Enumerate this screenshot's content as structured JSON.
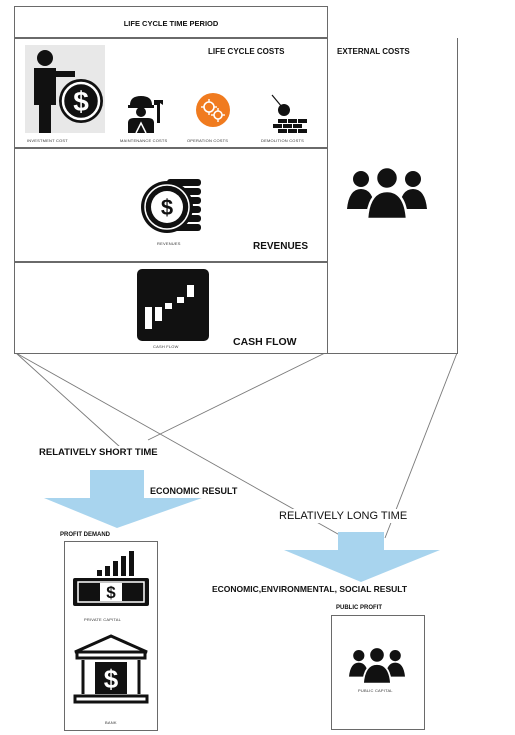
{
  "diagram": {
    "header": "LIFE CYCLE TIME PERIOD",
    "life_cycle_costs": {
      "title": "LIFE CYCLE COSTS",
      "items": [
        {
          "label": "INVESTMENT COST",
          "icon": "investor-dollar-icon"
        },
        {
          "label": "MAINTENANCE COSTS",
          "icon": "maintenance-worker-icon"
        },
        {
          "label": "OPERATION COSTS",
          "icon": "gears-icon"
        },
        {
          "label": "DEMOLITION COSTS",
          "icon": "wrecking-ball-icon"
        }
      ]
    },
    "external_costs": {
      "title": "EXTERNAL COSTS",
      "icon": "people-group-icon"
    },
    "revenues": {
      "title": "REVENUES",
      "icon_label": "REVENUES",
      "icon": "coin-stack-icon"
    },
    "cash_flow": {
      "title": "CASH FLOW",
      "icon_label": "CASH FLOW",
      "icon": "cash-flow-chart-icon"
    },
    "short_term": {
      "label": "RELATIVELY SHORT TIME",
      "result": "ECONOMIC RESULT",
      "profit_title": "PROFIT DEMAND",
      "items": [
        {
          "label": "PRIVATE CAPITAL",
          "icon": "money-bills-icon"
        },
        {
          "label": "BANK",
          "icon": "bank-icon"
        }
      ]
    },
    "long_term": {
      "label": "RELATIVELY  LONG TIME",
      "result": "ECONOMIC,ENVIRONMENTAL, SOCIAL RESULT",
      "profit_title": "PUBLIC PROFIT",
      "item": {
        "label": "PUBLIC CAPITAL",
        "icon": "people-group-icon"
      }
    },
    "colors": {
      "arrow": "#a8d4ee",
      "border": "#6a6a6a",
      "icon_orange": "#f07b1f",
      "ink": "#111111"
    }
  }
}
